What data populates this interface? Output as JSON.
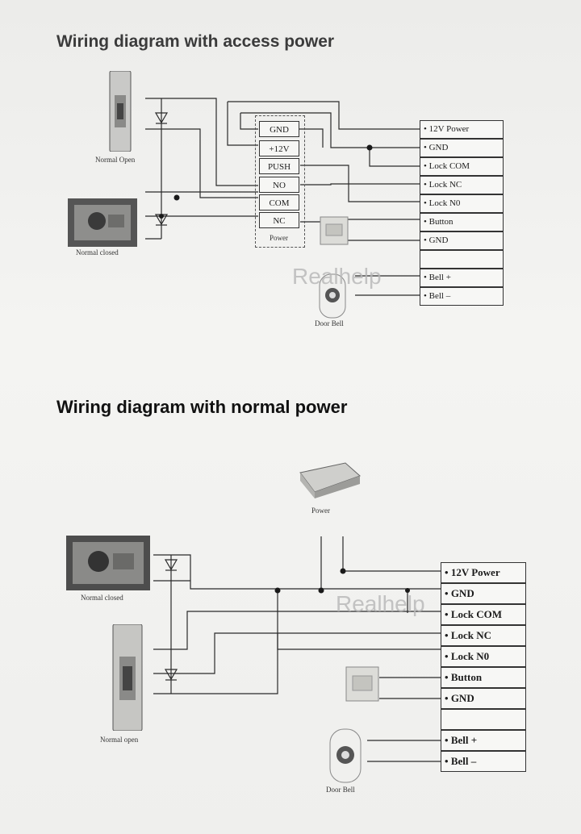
{
  "diagram1": {
    "title": "Wiring diagram with access power",
    "watermark": "Realhelp",
    "normal_open_caption": "Normal Open",
    "normal_closed_caption": "Normal closed",
    "power_caption": "Power",
    "door_bell_caption": "Door Bell",
    "power_pins": [
      "GND",
      "+12V",
      "PUSH",
      "NO",
      "COM",
      "NC"
    ],
    "terminals": [
      "12V Power",
      "GND",
      "Lock COM",
      "Lock NC",
      "Lock N0",
      "Button",
      "GND",
      "",
      "Bell +",
      "Bell –"
    ]
  },
  "diagram2": {
    "title": "Wiring diagram with normal power",
    "watermark": "Realhelp",
    "power_caption": "Power",
    "normal_closed_caption": "Normal closed",
    "normal_open_caption": "Normal open",
    "door_bell_caption": "Door Bell",
    "terminals": [
      "12V Power",
      "GND",
      "Lock COM",
      "Lock NC",
      "Lock N0",
      "Button",
      "GND",
      "",
      "Bell +",
      "Bell –"
    ]
  }
}
